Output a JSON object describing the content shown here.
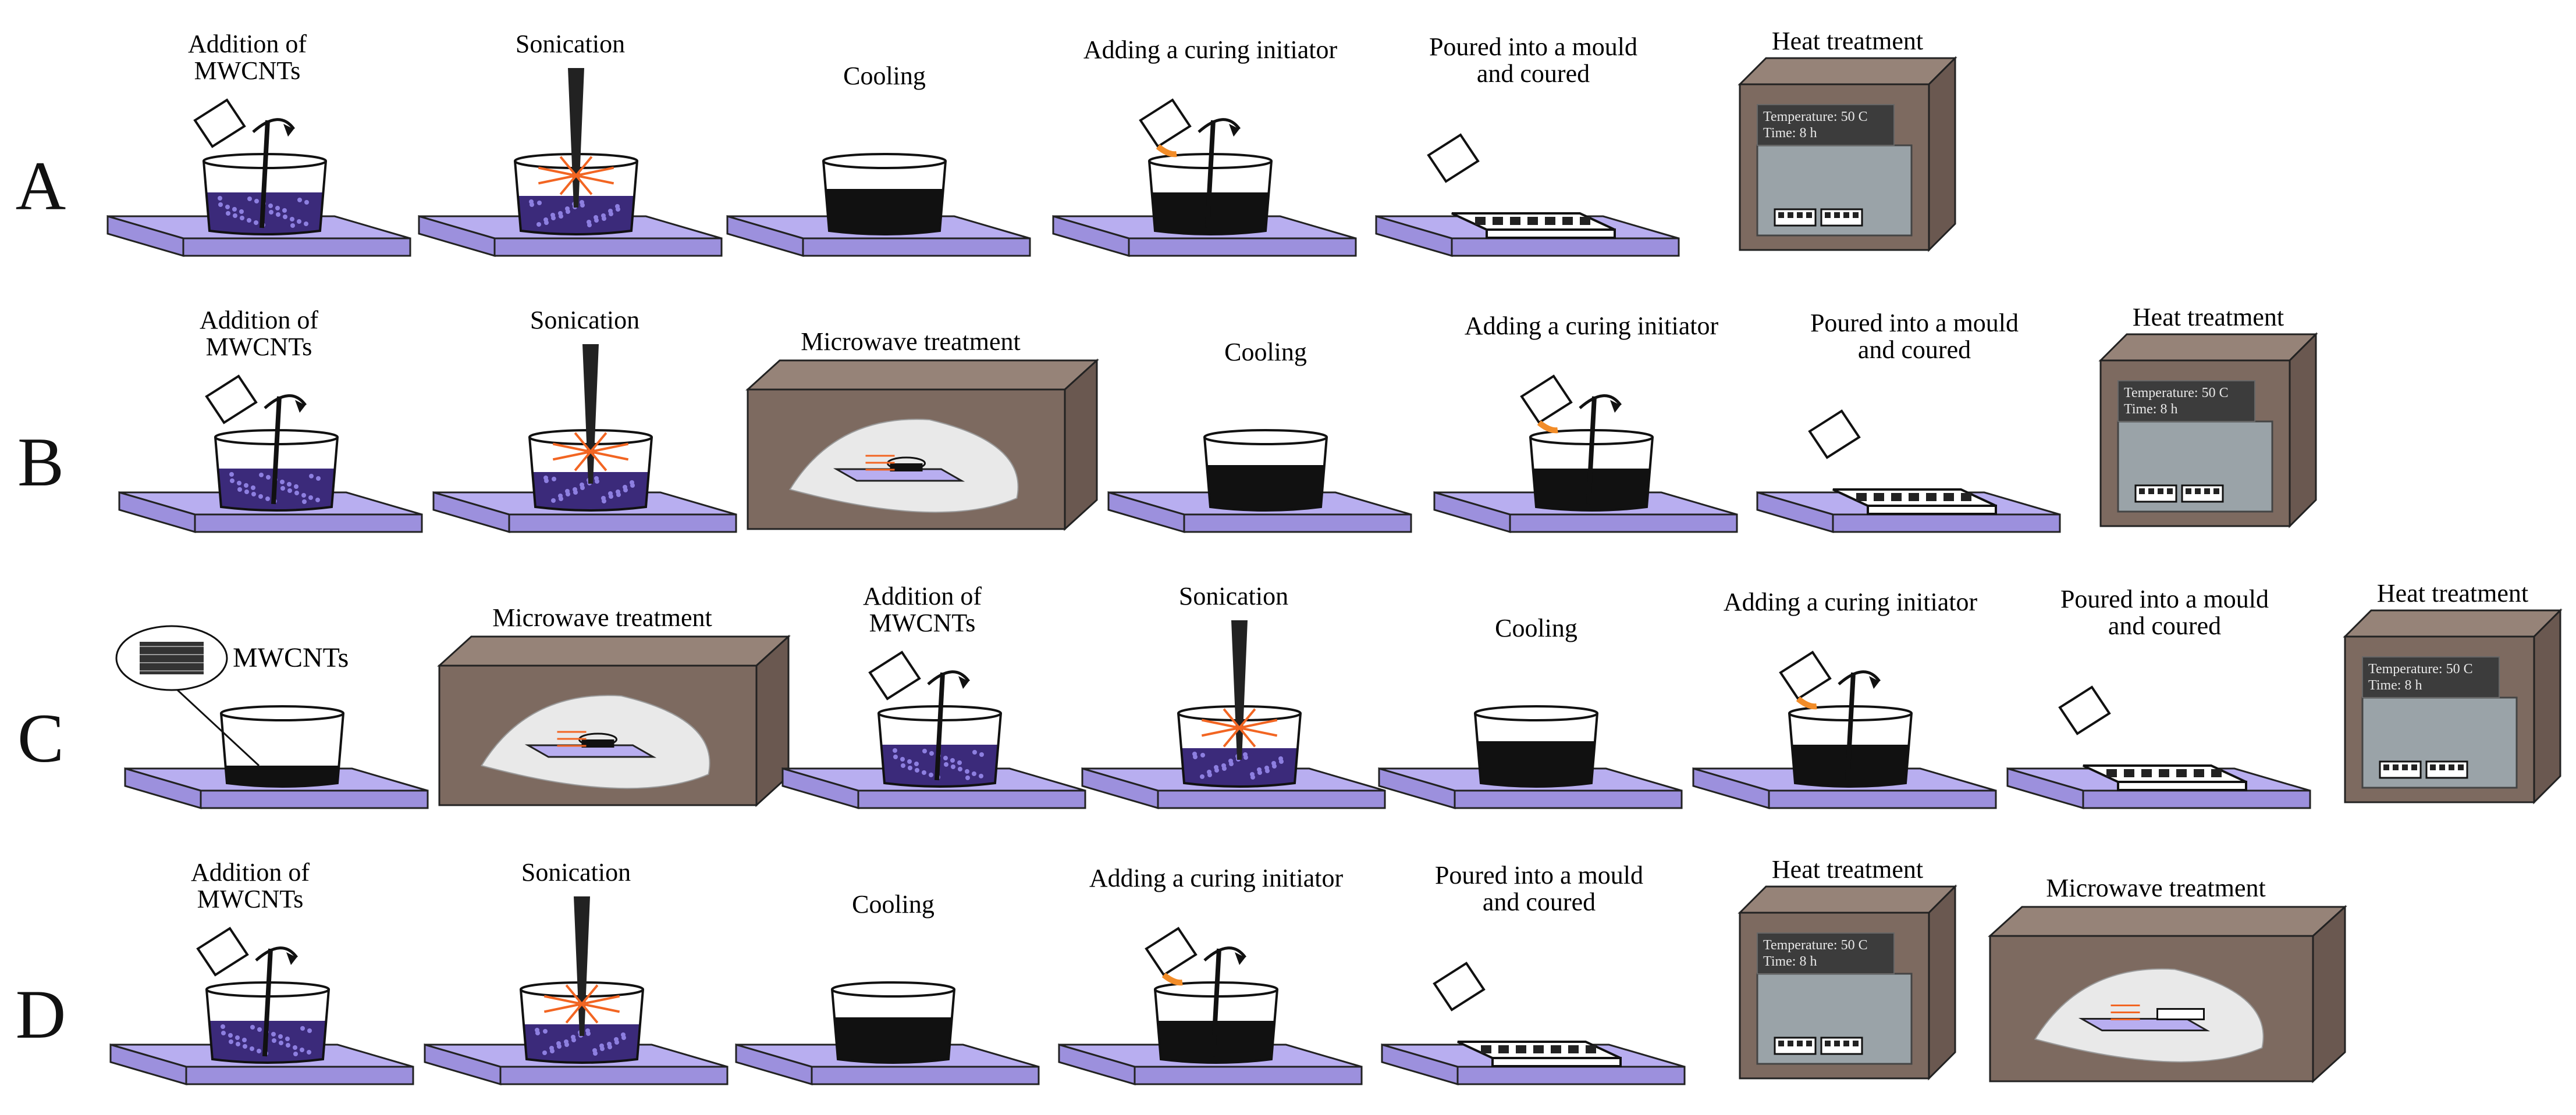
{
  "rows": [
    {
      "letter": "A",
      "steps": [
        {
          "kind": "add",
          "label": [
            "Addition of",
            "MWCNTs"
          ]
        },
        {
          "kind": "sonic",
          "label": [
            "Sonication"
          ]
        },
        {
          "kind": "cool",
          "label": [
            "Cooling"
          ]
        },
        {
          "kind": "cure",
          "label": [
            "Adding a curing initiator"
          ]
        },
        {
          "kind": "mould",
          "label": [
            "Poured  into a mould",
            "and coured"
          ]
        },
        {
          "kind": "heat",
          "label": [
            "Heat treatment"
          ],
          "screen": [
            "Temperature: 50 C",
            "Time: 8 h"
          ]
        }
      ]
    },
    {
      "letter": "B",
      "steps": [
        {
          "kind": "add",
          "label": [
            "Addition of",
            "MWCNTs"
          ]
        },
        {
          "kind": "sonic",
          "label": [
            "Sonication"
          ]
        },
        {
          "kind": "micro",
          "label": [
            "Microwave treatment"
          ]
        },
        {
          "kind": "cool",
          "label": [
            "Cooling"
          ]
        },
        {
          "kind": "cure",
          "label": [
            "Adding a curing initiator"
          ]
        },
        {
          "kind": "mould",
          "label": [
            "Poured  into a mould",
            "and coured"
          ]
        },
        {
          "kind": "heat",
          "label": [
            "Heat treatment"
          ],
          "screen": [
            "Temperature: 50 C",
            "Time: 8 h"
          ]
        }
      ]
    },
    {
      "letter": "C",
      "steps": [
        {
          "kind": "dry",
          "label": [
            "MWCNTs"
          ]
        },
        {
          "kind": "micro",
          "label": [
            "Microwave treatment"
          ]
        },
        {
          "kind": "add",
          "label": [
            "Addition of",
            "MWCNTs"
          ]
        },
        {
          "kind": "sonic",
          "label": [
            "Sonication"
          ]
        },
        {
          "kind": "cool",
          "label": [
            "Cooling"
          ]
        },
        {
          "kind": "cure",
          "label": [
            "Adding a curing initiator"
          ]
        },
        {
          "kind": "mould",
          "label": [
            "Poured  into a mould",
            "and coured"
          ]
        },
        {
          "kind": "heat",
          "label": [
            "Heat treatment"
          ],
          "screen": [
            "Temperature: 50 C",
            "Time: 8 h"
          ]
        }
      ]
    },
    {
      "letter": "D",
      "steps": [
        {
          "kind": "add",
          "label": [
            "Addition of",
            "MWCNTs"
          ]
        },
        {
          "kind": "sonic",
          "label": [
            "Sonication"
          ]
        },
        {
          "kind": "cool",
          "label": [
            "Cooling"
          ]
        },
        {
          "kind": "cure",
          "label": [
            "Adding a curing initiator"
          ]
        },
        {
          "kind": "mould",
          "label": [
            "Poured  into a mould",
            "and coured"
          ]
        },
        {
          "kind": "heat",
          "label": [
            "Heat treatment"
          ],
          "screen": [
            "Temperature: 50 C",
            "Time: 8 h"
          ]
        },
        {
          "kind": "micro2",
          "label": [
            "Microwave treatment"
          ]
        }
      ]
    }
  ],
  "colors": {
    "plate_top": "#b8aef0",
    "plate_side": "#9c90dd",
    "box_front": "#7d6a60",
    "box_top": "#968378",
    "oven_inner": "#9aa3a8",
    "screen": "#3c3c3c",
    "mixture": "#3b2a7a",
    "dark_liquid": "#111111",
    "spark": "#f26522",
    "curing": "#f28c28",
    "microwave_field": "#e9e9e9"
  }
}
